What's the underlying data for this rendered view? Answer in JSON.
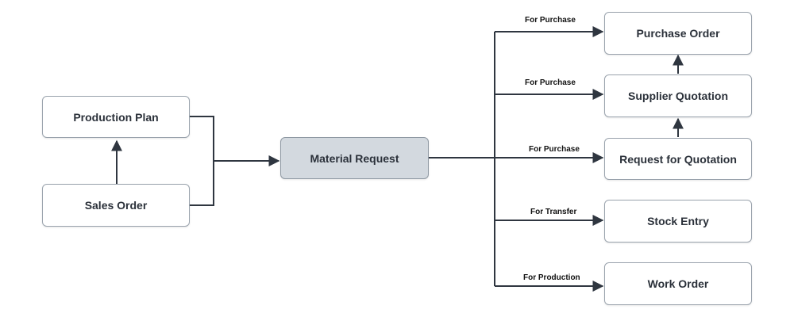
{
  "diagram": {
    "nodes": {
      "production_plan": "Production Plan",
      "sales_order": "Sales Order",
      "material_request": "Material Request",
      "purchase_order": "Purchase Order",
      "supplier_quotation": "Supplier Quotation",
      "request_for_quotation": "Request for Quotation",
      "stock_entry": "Stock Entry",
      "work_order": "Work Order"
    },
    "edge_labels": {
      "purchase_to_po": "For Purchase",
      "purchase_to_sq": "For Purchase",
      "purchase_to_rfq": "For Purchase",
      "transfer": "For Transfer",
      "production": "For Production"
    },
    "colors": {
      "line": "#2f3640",
      "node_border": "#9aa3ad",
      "highlight_fill": "#d3d9df"
    }
  }
}
